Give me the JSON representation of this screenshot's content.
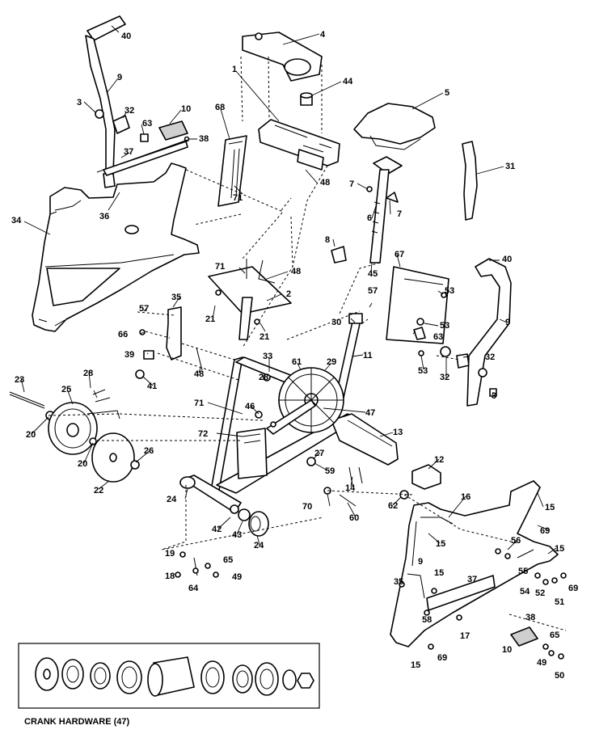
{
  "diagram": {
    "labels": [
      {
        "id": "p40a",
        "text": "40"
      },
      {
        "id": "p9a",
        "text": "9"
      },
      {
        "id": "p3a",
        "text": "3"
      },
      {
        "id": "p32a",
        "text": "32"
      },
      {
        "id": "p63a",
        "text": "63"
      },
      {
        "id": "p10a",
        "text": "10"
      },
      {
        "id": "p38a",
        "text": "38"
      },
      {
        "id": "p37a",
        "text": "37"
      },
      {
        "id": "p36a",
        "text": "36"
      },
      {
        "id": "p34",
        "text": "34"
      },
      {
        "id": "p68",
        "text": "68"
      },
      {
        "id": "p71a",
        "text": "71"
      },
      {
        "id": "p4",
        "text": "4"
      },
      {
        "id": "p1",
        "text": "1"
      },
      {
        "id": "p44",
        "text": "44"
      },
      {
        "id": "p5",
        "text": "5"
      },
      {
        "id": "p48a",
        "text": "48"
      },
      {
        "id": "p7a",
        "text": "7"
      },
      {
        "id": "p7b",
        "text": "7"
      },
      {
        "id": "p6",
        "text": "6"
      },
      {
        "id": "p31",
        "text": "31"
      },
      {
        "id": "p8",
        "text": "8"
      },
      {
        "id": "p45",
        "text": "45"
      },
      {
        "id": "p67",
        "text": "67"
      },
      {
        "id": "p40b",
        "text": "40"
      },
      {
        "id": "p9b",
        "text": "9"
      },
      {
        "id": "p71b",
        "text": "71"
      },
      {
        "id": "p48b",
        "text": "48"
      },
      {
        "id": "p2",
        "text": "2"
      },
      {
        "id": "p35a",
        "text": "35"
      },
      {
        "id": "p57a",
        "text": "57"
      },
      {
        "id": "p21a",
        "text": "21"
      },
      {
        "id": "p21b",
        "text": "21"
      },
      {
        "id": "p57b",
        "text": "57"
      },
      {
        "id": "p53a",
        "text": "53"
      },
      {
        "id": "p30",
        "text": "30"
      },
      {
        "id": "p53b",
        "text": "53"
      },
      {
        "id": "p63b",
        "text": "63"
      },
      {
        "id": "p66",
        "text": "66"
      },
      {
        "id": "p39",
        "text": "39"
      },
      {
        "id": "p48c",
        "text": "48"
      },
      {
        "id": "p41",
        "text": "41"
      },
      {
        "id": "p33",
        "text": "33"
      },
      {
        "id": "p61",
        "text": "61"
      },
      {
        "id": "p29",
        "text": "29"
      },
      {
        "id": "p11",
        "text": "11"
      },
      {
        "id": "p53c",
        "text": "53"
      },
      {
        "id": "p32b",
        "text": "32"
      },
      {
        "id": "p32c",
        "text": "32"
      },
      {
        "id": "p3b",
        "text": "3"
      },
      {
        "id": "p23",
        "text": "23"
      },
      {
        "id": "p28a",
        "text": "28"
      },
      {
        "id": "p25",
        "text": "25"
      },
      {
        "id": "p28b",
        "text": "28"
      },
      {
        "id": "p71c",
        "text": "71"
      },
      {
        "id": "p46",
        "text": "46"
      },
      {
        "id": "p47",
        "text": "47"
      },
      {
        "id": "p72",
        "text": "72"
      },
      {
        "id": "p13",
        "text": "13"
      },
      {
        "id": "p20a",
        "text": "20"
      },
      {
        "id": "p20b",
        "text": "20"
      },
      {
        "id": "p26",
        "text": "26"
      },
      {
        "id": "p22",
        "text": "22"
      },
      {
        "id": "p27",
        "text": "27"
      },
      {
        "id": "p59",
        "text": "59"
      },
      {
        "id": "p12",
        "text": "12"
      },
      {
        "id": "p14",
        "text": "14"
      },
      {
        "id": "p24a",
        "text": "24"
      },
      {
        "id": "p70",
        "text": "70"
      },
      {
        "id": "p60a",
        "text": "60"
      },
      {
        "id": "p62",
        "text": "62"
      },
      {
        "id": "p16",
        "text": "16"
      },
      {
        "id": "p15a",
        "text": "15"
      },
      {
        "id": "p42",
        "text": "42"
      },
      {
        "id": "p43",
        "text": "43"
      },
      {
        "id": "p24b",
        "text": "24"
      },
      {
        "id": "p15b",
        "text": "15"
      },
      {
        "id": "p69a",
        "text": "69"
      },
      {
        "id": "p56",
        "text": "56"
      },
      {
        "id": "p15c",
        "text": "15"
      },
      {
        "id": "p19",
        "text": "19"
      },
      {
        "id": "p65a",
        "text": "65"
      },
      {
        "id": "p18",
        "text": "18"
      },
      {
        "id": "p49a",
        "text": "49"
      },
      {
        "id": "p64",
        "text": "64"
      },
      {
        "id": "p9c",
        "text": "9"
      },
      {
        "id": "p35b",
        "text": "35"
      },
      {
        "id": "p15d",
        "text": "15"
      },
      {
        "id": "p37b",
        "text": "37"
      },
      {
        "id": "p55",
        "text": "55"
      },
      {
        "id": "p54",
        "text": "54"
      },
      {
        "id": "p52",
        "text": "52"
      },
      {
        "id": "p69b",
        "text": "69"
      },
      {
        "id": "p51",
        "text": "51"
      },
      {
        "id": "p58",
        "text": "58"
      },
      {
        "id": "p17",
        "text": "17"
      },
      {
        "id": "p38b",
        "text": "38"
      },
      {
        "id": "p65b",
        "text": "65"
      },
      {
        "id": "p10b",
        "text": "10"
      },
      {
        "id": "p49b",
        "text": "49"
      },
      {
        "id": "p15e",
        "text": "15"
      },
      {
        "id": "p69c",
        "text": "69"
      },
      {
        "id": "p50",
        "text": "50"
      }
    ],
    "hardware_box_label": "CRANK HARDWARE  (47)"
  }
}
